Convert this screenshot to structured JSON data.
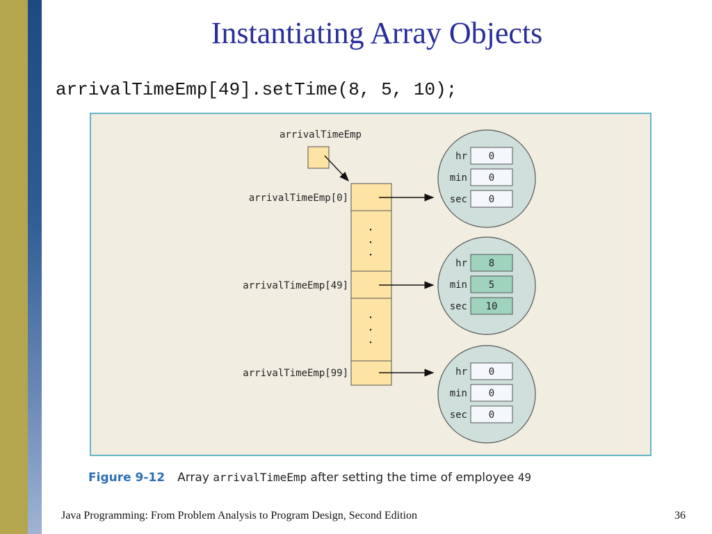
{
  "slide": {
    "title": "Instantiating Array Objects",
    "code_line": "arrivalTimeEmp[49].setTime(8, 5, 10);",
    "footer": "Java Programming: From Problem Analysis to Program Design, Second Edition",
    "page_number": "36"
  },
  "diagram": {
    "reference_label": "arrivalTimeEmp",
    "element_labels": [
      "arrivalTimeEmp[0]",
      "arrivalTimeEmp[49]",
      "arrivalTimeEmp[99]"
    ],
    "ellipsis": "•",
    "objects": [
      {
        "fields": [
          {
            "name": "hr",
            "value": "0"
          },
          {
            "name": "min",
            "value": "0"
          },
          {
            "name": "sec",
            "value": "0"
          }
        ]
      },
      {
        "fields": [
          {
            "name": "hr",
            "value": "8"
          },
          {
            "name": "min",
            "value": "5"
          },
          {
            "name": "sec",
            "value": "10"
          }
        ]
      },
      {
        "fields": [
          {
            "name": "hr",
            "value": "0"
          },
          {
            "name": "min",
            "value": "0"
          },
          {
            "name": "sec",
            "value": "0"
          }
        ]
      }
    ]
  },
  "caption": {
    "figure_label": "Figure 9-12",
    "text_before": "Array ",
    "code_name": "arrivalTimeEmp",
    "text_after": " after setting the time of employee ",
    "code_number": "49"
  },
  "colors": {
    "title": "#2a2e9a",
    "cell_fill": "#fde3a4",
    "object_fill": "#cfe0dc",
    "field_box_default": "#f4f7fb",
    "field_box_updated": "#9fd3be",
    "figure_border": "#63b6c9",
    "figure_label": "#2f6fb5"
  }
}
